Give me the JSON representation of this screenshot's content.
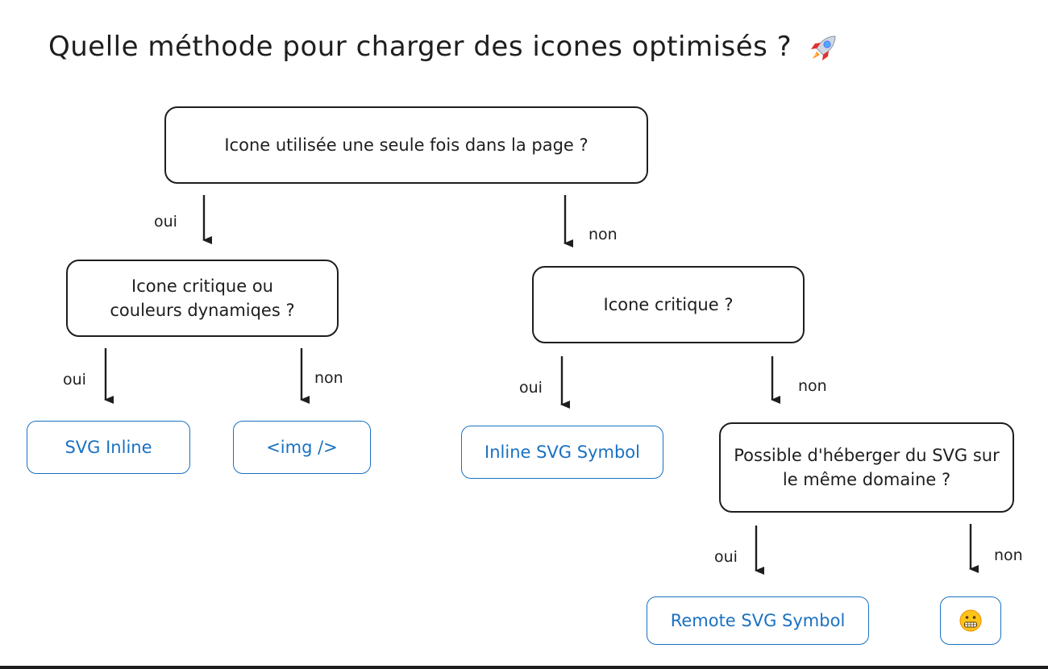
{
  "title": "Quelle méthode pour charger des icones optimisés ?",
  "title_emoji": "rocket-icon",
  "colors": {
    "question_border": "#1e1e1e",
    "answer_color": "#1971c2",
    "emoji_face": "#fcc419"
  },
  "nodes": {
    "q_single_use": "Icone utilisée une seule fois dans la page ?",
    "q_critical_colors": "Icone critique ou couleurs dynamiqes ?",
    "q_critical": "Icone critique ?",
    "q_same_domain": "Possible d'héberger du SVG sur le même domaine ?",
    "a_svg_inline": "SVG Inline",
    "a_img": "<img />",
    "a_inline_symbol": "Inline SVG Symbol",
    "a_remote_symbol": "Remote SVG Symbol",
    "a_grimace": "grimacing-face-icon"
  },
  "edge_labels": {
    "single_yes": "oui",
    "single_no": "non",
    "crit_colors_yes": "oui",
    "crit_colors_no": "non",
    "crit_yes": "oui",
    "crit_no": "non",
    "domain_yes": "oui",
    "domain_no": "non"
  }
}
